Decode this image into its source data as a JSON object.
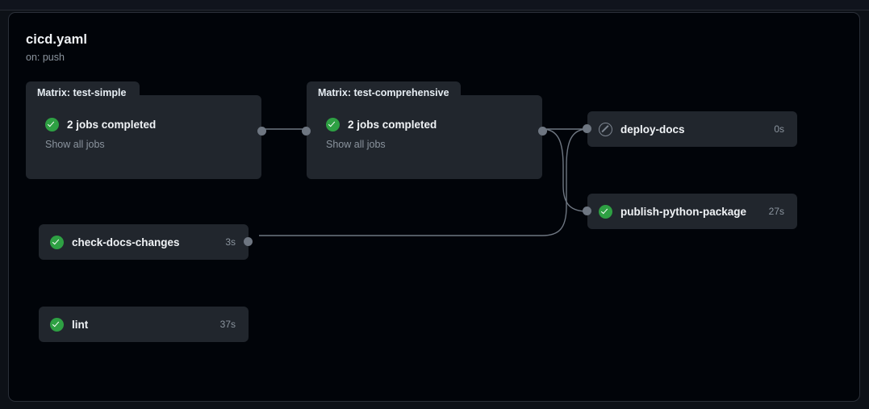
{
  "window": {
    "background_color": "#0d1117",
    "panel_background_color": "#010409",
    "panel_border_color": "#2a2f38"
  },
  "workflow": {
    "title": "cicd.yaml",
    "trigger": "on: push",
    "accent_success_color": "#2ea043",
    "muted_text_color": "#8b949e",
    "node_background_color": "#21262d",
    "edge_color": "#6e7681"
  },
  "matrix_groups": [
    {
      "id": "matrix-test-simple",
      "tab_label": "Matrix: test-simple",
      "status_icon": "success-check-icon",
      "status_text": "2 jobs completed",
      "show_all_label": "Show all jobs"
    },
    {
      "id": "matrix-test-comprehensive",
      "tab_label": "Matrix: test-comprehensive",
      "status_icon": "success-check-icon",
      "status_text": "2 jobs completed",
      "show_all_label": "Show all jobs"
    }
  ],
  "jobs": [
    {
      "id": "deploy-docs",
      "label": "deploy-docs",
      "status_icon": "skipped-circle-slash-icon",
      "status": "skipped",
      "duration": "0s"
    },
    {
      "id": "publish-python-package",
      "label": "publish-python-package",
      "status_icon": "success-check-icon",
      "status": "success",
      "duration": "27s"
    },
    {
      "id": "check-docs-changes",
      "label": "check-docs-changes",
      "status_icon": "success-check-icon",
      "status": "success",
      "duration": "3s"
    },
    {
      "id": "lint",
      "label": "lint",
      "status_icon": "success-check-icon",
      "status": "success",
      "duration": "37s"
    }
  ]
}
